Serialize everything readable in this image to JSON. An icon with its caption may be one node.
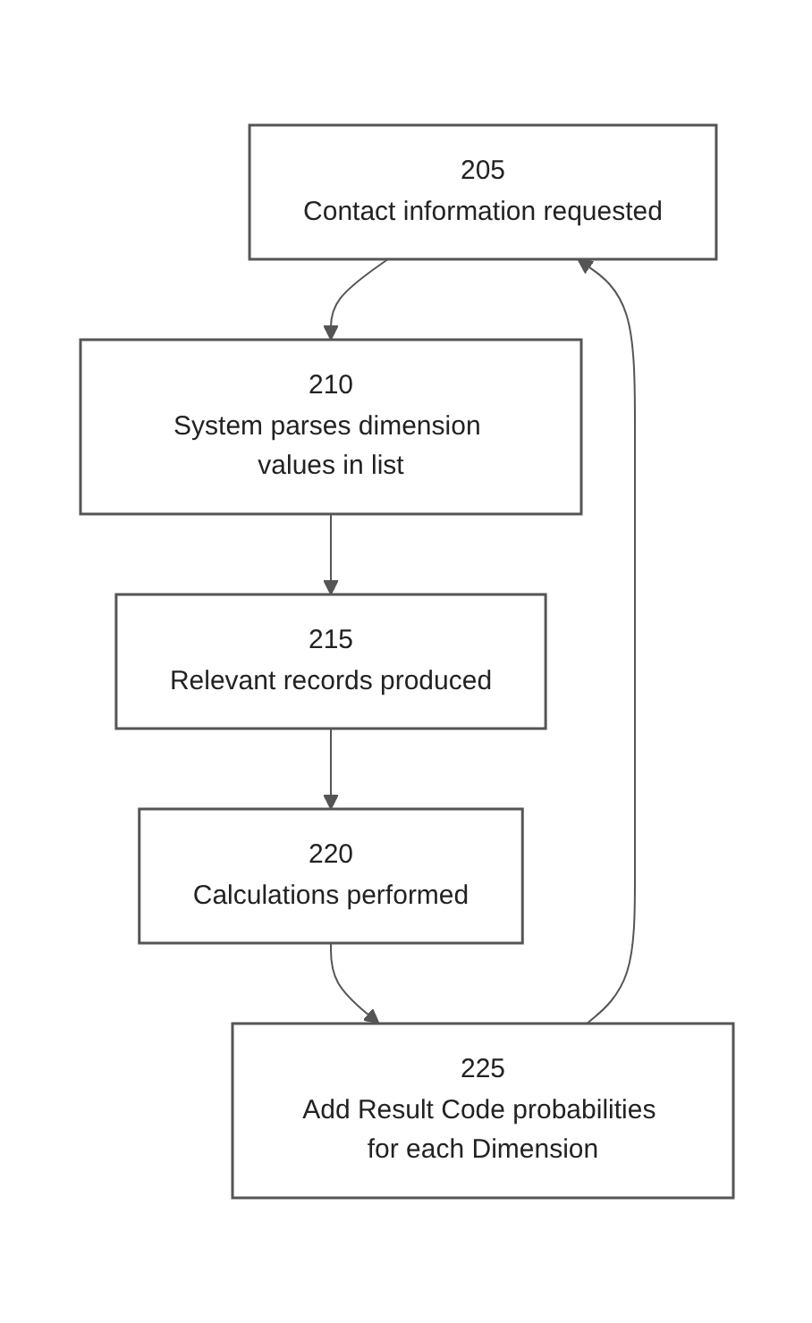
{
  "diagram": {
    "nodes": [
      {
        "text": [
          "205",
          "Contact information requested"
        ]
      },
      {
        "text": [
          "210",
          "System parses dimension values in list"
        ]
      },
      {
        "text": [
          "215",
          "Relevant records produced"
        ]
      },
      {
        "text": [
          "220",
          "Calculations performed"
        ]
      },
      {
        "text": [
          "225",
          "Add Result Code probabilities for each Dimension"
        ]
      }
    ],
    "edges": [
      {
        "from": 0,
        "to": 1,
        "arrow": "to"
      },
      {
        "from": 1,
        "to": 2,
        "arrow": "to"
      },
      {
        "from": 2,
        "to": 3,
        "arrow": "to"
      },
      {
        "from": 3,
        "to": 4,
        "arrow": "to"
      },
      {
        "from": 4,
        "to": 0,
        "arrow": "to"
      }
    ]
  }
}
